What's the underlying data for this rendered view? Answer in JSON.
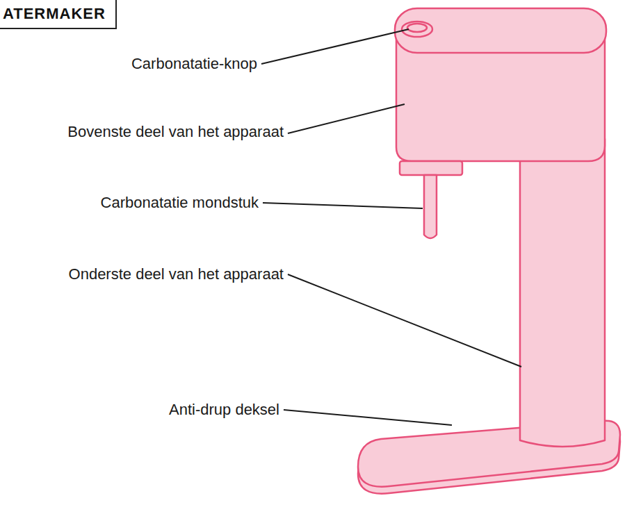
{
  "diagram": {
    "labels": [
      "ATERMAKER",
      "Carbonatatie-knop",
      "Bovenste deel van het apparaat",
      "Carbonatatie mondstuk",
      "Onderste deel van het apparaat",
      "Anti-drup deksel"
    ]
  }
}
